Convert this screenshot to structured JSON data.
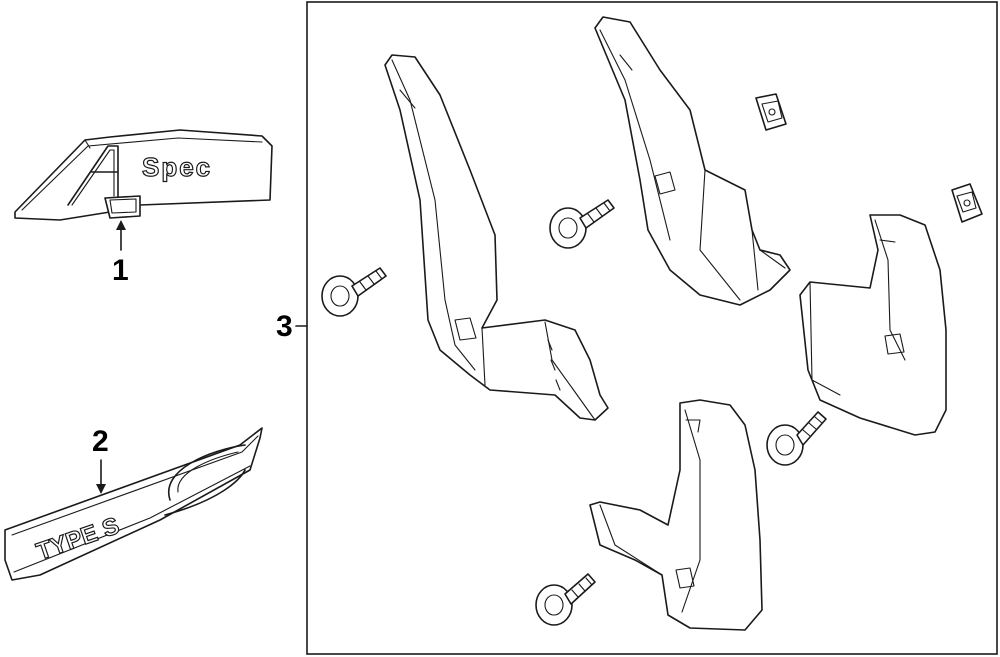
{
  "callouts": {
    "c1": "1",
    "c2": "2",
    "c3": "3"
  },
  "emblem_1_text": "Spec",
  "emblem_2_text": "TYPE S",
  "icons": {
    "emblem_a_spec": "a-spec-emblem-icon",
    "emblem_type_s": "type-s-emblem-icon",
    "mud_flap": "mud-flap-icon",
    "screw": "screw-icon",
    "clip": "clip-nut-icon"
  }
}
